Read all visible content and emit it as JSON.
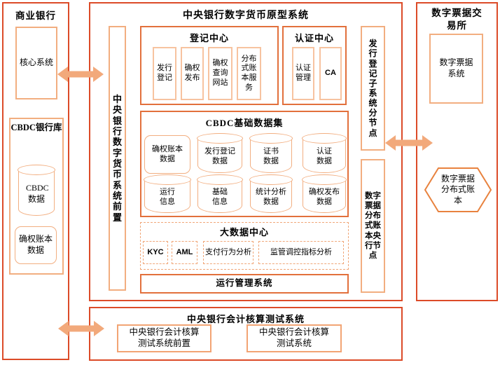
{
  "colors": {
    "outer_border": "#DC4B28",
    "section_border": "#E2703C",
    "light_border": "#F2AE80",
    "dashed_border": "#F0A678",
    "arrow": "#F2A97B"
  },
  "left_column": {
    "title": "商业银行",
    "core_system": "核心系统",
    "cbdc_bank": {
      "title": "CBDC银行库",
      "cbdc_data": "CBDC数据",
      "ledger_data": "确权账本数据"
    }
  },
  "center": {
    "title": "中央银行数字货币原型系统",
    "front_bar": "中央银行数字货币系统前置",
    "registration_center": {
      "title": "登记中心",
      "items": [
        "发行登记",
        "确权发布",
        "确权查询网站",
        "分布式账本服务"
      ]
    },
    "auth_center": {
      "title": "认证中心",
      "items": [
        "认证管理",
        "CA"
      ]
    },
    "issue_node_bar": "发行登记子系统分节点",
    "bill_node_bar": "数字票据分布式账本央行节点",
    "dataset": {
      "title": "CBDC基础数据集",
      "row1": [
        "确权账本数据",
        "发行登记数据",
        "证书数据",
        "认证数据"
      ],
      "row2": [
        "运行信息",
        "基础信息",
        "统计分析数据",
        "确权发布数据"
      ]
    },
    "big_data": {
      "title": "大数据中心",
      "items": [
        "KYC",
        "AML",
        "支付行为分析",
        "监管调控指标分析"
      ]
    },
    "ops_system": "运行管理系统"
  },
  "right_column": {
    "title": "数字票据交易所",
    "bill_system": "数字票据系统",
    "hexagon": "数字票据分布式账本"
  },
  "bottom": {
    "title": "中央银行会计核算测试系统",
    "front": "中央银行会计核算测试系统前置",
    "system": "中央银行会计核算测试系统"
  }
}
